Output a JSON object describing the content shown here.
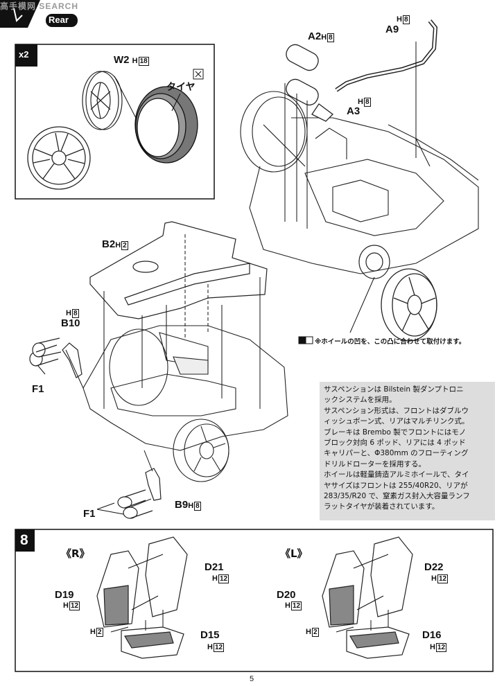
{
  "header": {
    "watermark": "高手模网 SEARCH",
    "section": "Rear"
  },
  "wheel_box": {
    "qty_badge": "x2",
    "w2_label": "W2",
    "w2_hint": "18",
    "tire_label": "タイヤ"
  },
  "parts": {
    "a2": "A2",
    "a2_hint": "8",
    "a9": "A9",
    "a9_hint": "8",
    "a3": "A3",
    "a3_hint": "8",
    "b2": "B2",
    "b2_hint": "2",
    "b10": "B10",
    "b10_hint": "8",
    "f1_top": "F1",
    "f1_bottom": "F1",
    "b9": "B9",
    "b9_hint": "8"
  },
  "wheel_note": "※ホイールの凹を、この凸に合わせて取付けます。",
  "info_lines": [
    "サスペンションは Bilstein 製ダンプトロニ",
    "ックシステムを採用。",
    "サスペンション形式は、フロントはダブルウ",
    "ィッシュボーン式、リアはマルチリンク式。",
    "ブレーキは Brembo 製でフロントにはモノ",
    "ブロック対向 6 ポッド、リアには 4 ポッド",
    "キャリパーと、Φ380mm のフローティング",
    "ドリルドローターを採用する。",
    "ホイールは軽量鋳造アルミホイールで、タイ",
    "ヤサイズはフロントは 255/40R20、リアが",
    "283/35/R20 で、窒素ガス封入大容量ランフ",
    "ラットタイヤが装着されています。"
  ],
  "step8": {
    "number": "8",
    "right_title": "《R》",
    "left_title": "《L》",
    "r_parts": {
      "d21": "D21",
      "d21_hint": "12",
      "d19": "D19",
      "d19_hint": "12",
      "h2": "H",
      "h2_hint": "2",
      "d15": "D15",
      "d15_hint": "12"
    },
    "l_parts": {
      "d22": "D22",
      "d22_hint": "12",
      "d20": "D20",
      "d20_hint": "12",
      "h2": "H",
      "h2_hint": "2",
      "d16": "D16",
      "d16_hint": "12"
    }
  },
  "page_number": "5"
}
